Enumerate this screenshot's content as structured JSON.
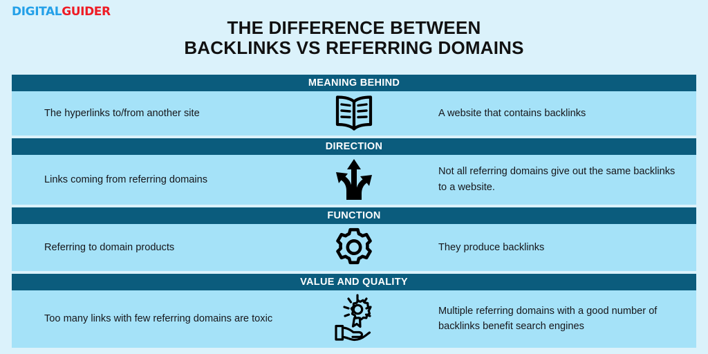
{
  "logo": {
    "part1": "DIGITAL",
    "part2": "GUIDER",
    "color1": "#23a0e8",
    "color2": "#ee1c25"
  },
  "title": {
    "line1": "THE DIFFERENCE BETWEEN",
    "line2": "BACKLINKS VS REFERRING DOMAINS"
  },
  "colors": {
    "background": "#dbf2fb",
    "band": "#0b5c7d",
    "row": "#a5e2f8",
    "band_text": "#ffffff",
    "body_text": "#16161a"
  },
  "sections": [
    {
      "heading": "MEANING BEHIND",
      "left": "The hyperlinks to/from another site",
      "icon": "open-book-icon",
      "right": "A website that contains backlinks"
    },
    {
      "heading": "DIRECTION",
      "left": "Links coming from referring domains",
      "icon": "three-way-arrow-icon",
      "right": "Not all referring domains give out the same backlinks to a website."
    },
    {
      "heading": "FUNCTION",
      "left": "Referring to domain products",
      "icon": "gear-icon",
      "right": "They produce backlinks"
    },
    {
      "heading": "VALUE AND QUALITY",
      "left": "Too many links with few referring domains are toxic",
      "icon": "hand-holding-award-icon",
      "right": "Multiple referring domains with a good number of backlinks benefit search engines"
    }
  ]
}
